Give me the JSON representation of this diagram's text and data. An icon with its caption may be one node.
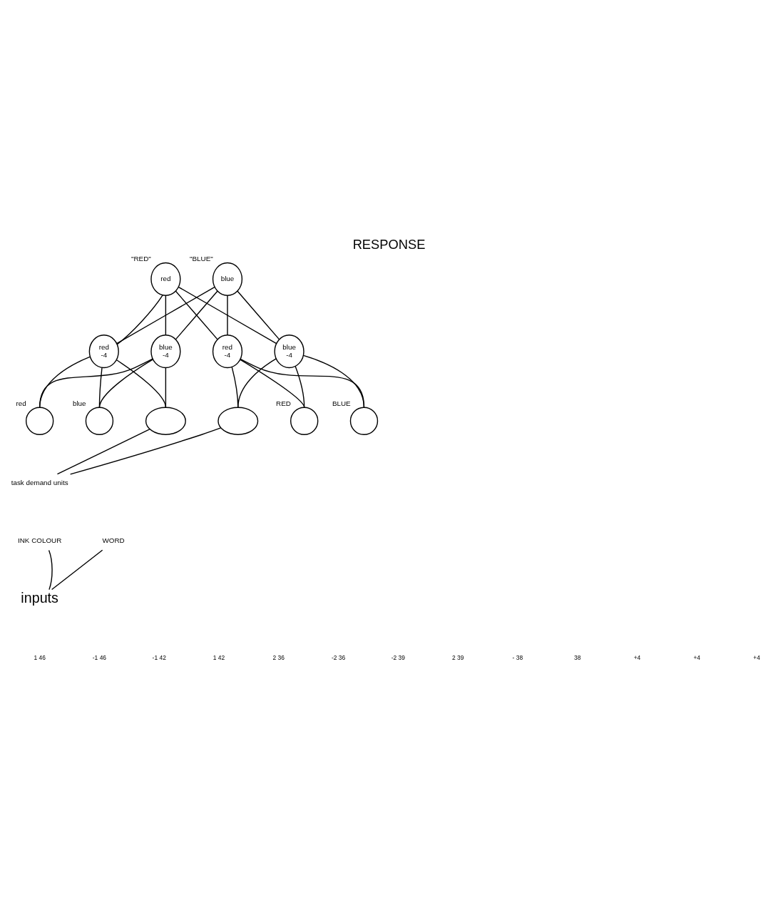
{
  "diagram": {
    "title": "RESPONSE",
    "nodes": [
      {
        "text": [
          "red"
        ],
        "beside": [
          "\"RED\""
        ]
      },
      {
        "text": [
          "blue"
        ],
        "beside": [
          "\"BLUE\""
        ]
      },
      {
        "text": [
          "red",
          "-4"
        ]
      },
      {
        "text": [
          "blue",
          "-4"
        ]
      },
      {
        "text": [
          "red",
          "-4"
        ]
      },
      {
        "text": [
          "blue",
          "-4"
        ]
      },
      {
        "text": [],
        "shape": "circle",
        "beside": [
          "red"
        ]
      },
      {
        "text": [],
        "shape": "circle",
        "beside": [
          "blue"
        ]
      },
      {
        "text": [],
        "shape": "ellipse"
      },
      {
        "text": [],
        "shape": "ellipse"
      },
      {
        "text": [],
        "shape": "circle",
        "beside": [
          "RED"
        ]
      },
      {
        "text": [],
        "shape": "circle",
        "beside": [
          "BLUE"
        ]
      },
      {
        "text": [
          "task demand units"
        ]
      },
      {
        "text": [
          "INK COLOUR"
        ]
      },
      {
        "text": [
          "WORD"
        ]
      },
      {
        "text": [
          "inputs"
        ]
      }
    ],
    "edges": [
      {
        "from": 0,
        "to": 2,
        "arrow": "none"
      },
      {
        "from": 0,
        "to": 3,
        "arrow": "none"
      },
      {
        "from": 0,
        "to": 4,
        "arrow": "none"
      },
      {
        "from": 0,
        "to": 5,
        "arrow": "none"
      },
      {
        "from": 1,
        "to": 2,
        "arrow": "none"
      },
      {
        "from": 1,
        "to": 3,
        "arrow": "none"
      },
      {
        "from": 1,
        "to": 4,
        "arrow": "none"
      },
      {
        "from": 1,
        "to": 5,
        "arrow": "none"
      },
      {
        "from": 2,
        "to": 6,
        "arrow": "none"
      },
      {
        "from": 2,
        "to": 7,
        "arrow": "none"
      },
      {
        "from": 2,
        "to": 8,
        "arrow": "none"
      },
      {
        "from": 3,
        "to": 6,
        "arrow": "none"
      },
      {
        "from": 3,
        "to": 7,
        "arrow": "none"
      },
      {
        "from": 3,
        "to": 8,
        "arrow": "none"
      },
      {
        "from": 4,
        "to": 9,
        "arrow": "none"
      },
      {
        "from": 4,
        "to": 10,
        "arrow": "none"
      },
      {
        "from": 4,
        "to": 11,
        "arrow": "none"
      },
      {
        "from": 5,
        "to": 9,
        "arrow": "none"
      },
      {
        "from": 5,
        "to": 10,
        "arrow": "none"
      },
      {
        "from": 5,
        "to": 11,
        "arrow": "none"
      },
      {
        "from": 12,
        "to": 8,
        "arrow": "none"
      },
      {
        "from": 12,
        "to": 9,
        "arrow": "none"
      },
      {
        "from": 13,
        "to": 15,
        "arrow": "none"
      },
      {
        "from": 14,
        "to": 15,
        "arrow": "none"
      }
    ],
    "labels": [
      "1 46",
      "-1 46",
      "-1 42",
      "1 42",
      "2 36",
      "-2 36",
      "-2 39",
      "2 39",
      "- 38",
      "38",
      "+4",
      "+4",
      "+4"
    ]
  }
}
